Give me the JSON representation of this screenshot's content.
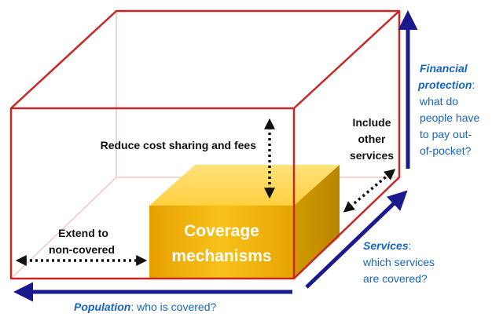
{
  "colors": {
    "cube_edge": "#c62828",
    "cube_edge_light": "#f2c6c6",
    "axis_arrow": "#1a1a8c",
    "blue_text": "#1565c0",
    "box_front": "#f5b400",
    "box_top": "#ffd54a",
    "box_side": "#c98f00"
  },
  "labels": {
    "reduce_cost": "Reduce cost sharing and fees",
    "include_line1": "Include",
    "include_line2": "other",
    "include_line3": "services",
    "extend_line1": "Extend to",
    "extend_line2": "non-covered",
    "box_line1": "Coverage",
    "box_line2": "mechanisms",
    "financial_title1": "Financial",
    "financial_title2": "protection",
    "financial_colon": ":",
    "financial_q1": "what do",
    "financial_q2": "people have",
    "financial_q3": "to pay out-",
    "financial_q4": "of-pocket?",
    "services_title": "Services",
    "services_colon": ":",
    "services_q1": "which services",
    "services_q2": "are covered?",
    "population_title": "Population",
    "population_rest": ": who is covered?"
  },
  "icons": {
    "vertical_axis": "up-arrow-icon",
    "depth_axis": "diagonal-arrow-icon",
    "horizontal_axis": "left-arrow-icon",
    "dotted_vertical": "double-headed-dotted-arrow-icon",
    "dotted_diagonal": "double-headed-dotted-arrow-icon",
    "dotted_horizontal": "double-headed-dotted-arrow-icon"
  }
}
